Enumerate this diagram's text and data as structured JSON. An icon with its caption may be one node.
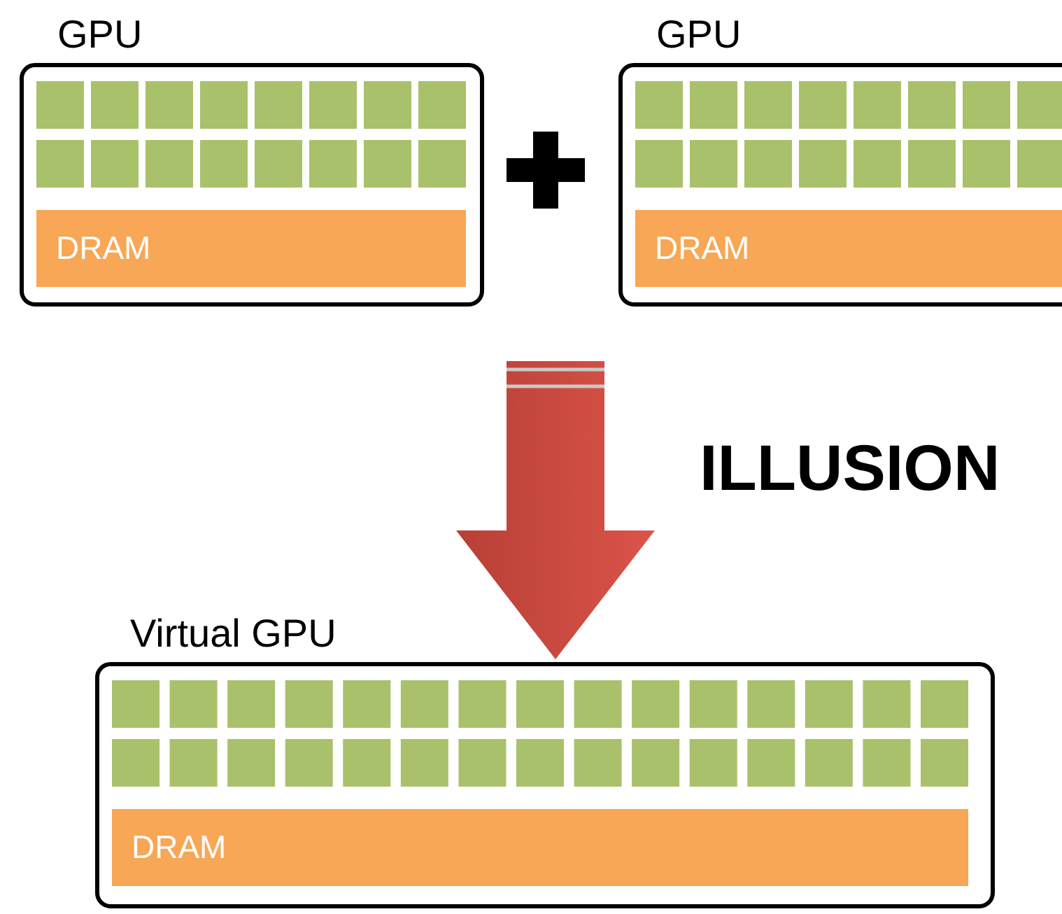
{
  "diagram": {
    "nodes": [
      {
        "text": [
          "GPU"
        ]
      },
      {
        "text": [
          "DRAM"
        ],
        "in": 0
      },
      {
        "text": [
          "GPU"
        ]
      },
      {
        "text": [
          "DRAM"
        ],
        "in": 2
      },
      {
        "text": [
          "Virtual GPU"
        ]
      },
      {
        "text": [
          "DRAM"
        ],
        "in": 4
      }
    ],
    "edges": [
      {
        "from": null,
        "to": 4,
        "arrow": "to"
      }
    ],
    "labels": [
      "ILLUSION"
    ]
  }
}
